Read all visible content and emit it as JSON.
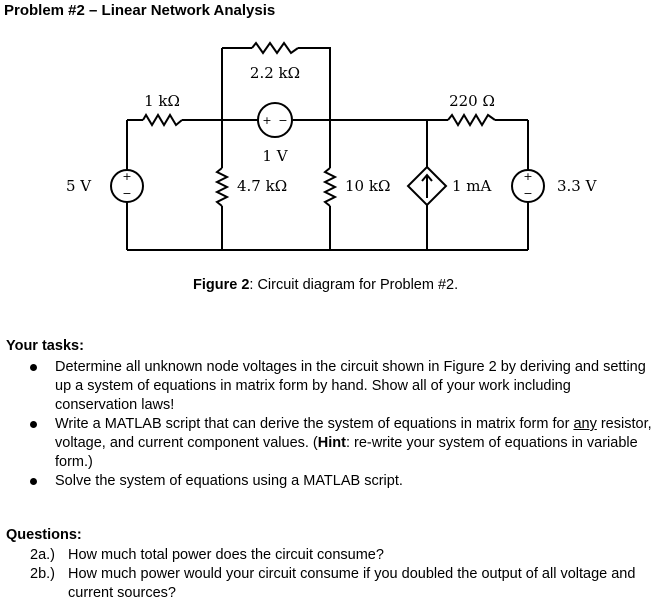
{
  "title": "Problem #2 – Linear Network Analysis",
  "circuit": {
    "r_top": "2.2 kΩ",
    "r_left": "1 kΩ",
    "r_right": "220 Ω",
    "v_center_label": "1 V",
    "v_left_label": "5 V",
    "r_47": "4.7 kΩ",
    "r_10": "10 kΩ",
    "i_source_label": "1 mA",
    "v_right_label": "3.3 V",
    "plus": "+",
    "minus": "−"
  },
  "caption": {
    "label": "Figure 2",
    "text": ": Circuit diagram for Problem #2."
  },
  "tasks": {
    "heading": "Your tasks:",
    "items": [
      {
        "text": "Determine all unknown node voltages in the circuit shown in Figure 2 by deriving and setting up a system of equations in matrix form by hand. Show all of your work including conservation laws!"
      },
      {
        "pre": "Write a MATLAB script that can derive the system of equations in matrix form for ",
        "underline": "any",
        "mid": " resistor, voltage, and current component values. (",
        "bold": "Hint",
        "post": ": re-write your system of equations in variable form.)"
      },
      {
        "text": "Solve the system of equations using a MATLAB script."
      }
    ]
  },
  "questions": {
    "heading": "Questions:",
    "items": [
      {
        "num": "2a.)",
        "text": "How much total power does the circuit consume?"
      },
      {
        "num": "2b.)",
        "text": "How much power would your circuit consume if you doubled the output of all voltage and current sources?"
      }
    ]
  }
}
